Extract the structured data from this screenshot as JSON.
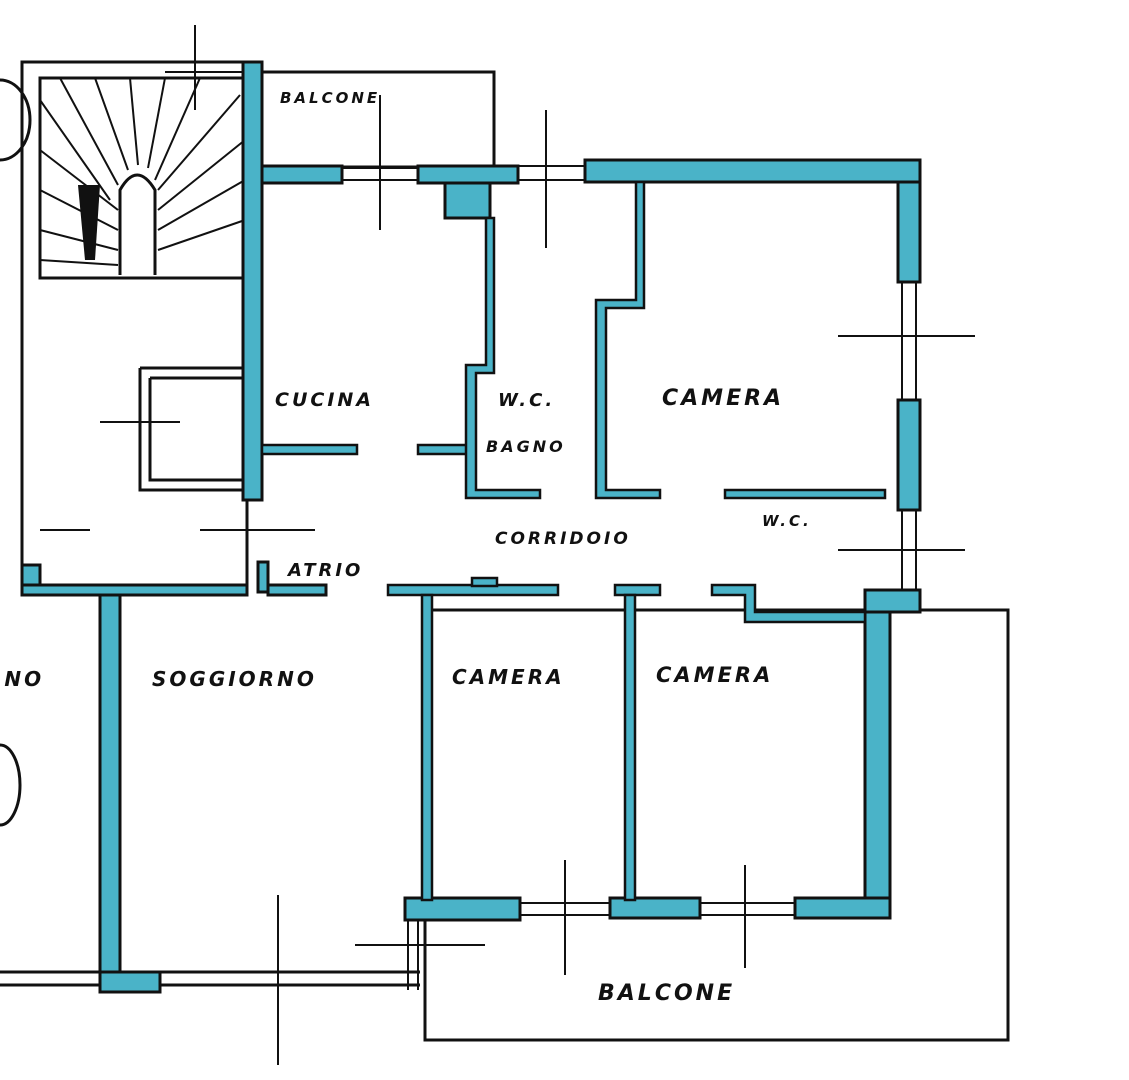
{
  "plan": {
    "wall_color": "#4ab3c8",
    "rooms": {
      "balcone_top": "BALCONE",
      "cucina": "CUCINA",
      "wc": "W.C.",
      "bagno": "BAGNO",
      "camera_top": "CAMERA",
      "wc_small": "W.C.",
      "corridoio": "CORRIDOIO",
      "atrio": "ATRIO",
      "partial_left": "RNO",
      "soggiorno": "SOGGIORNO",
      "camera_mid": "CAMERA",
      "camera_right": "CAMERA",
      "balcone_bottom": "BALCONE"
    }
  }
}
